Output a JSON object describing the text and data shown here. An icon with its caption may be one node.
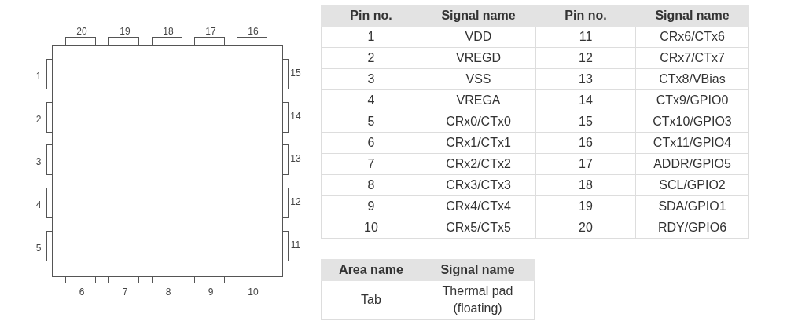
{
  "diagram": {
    "labels": [
      "20",
      "19",
      "18",
      "17",
      "16",
      "1",
      "15",
      "2",
      "14",
      "3",
      "13",
      "4",
      "12",
      "5",
      "11",
      "6",
      "7",
      "8",
      "9",
      "10",
      "Pin no.",
      "Signal name",
      "Pin no.",
      "Signal name",
      "1",
      "VDD",
      "11",
      "CRx6/CTx6",
      "2",
      "VREGD",
      "12",
      "CRx7/CTx7",
      "3",
      "VSS",
      "13",
      "CTx8/VBias",
      "4",
      "VREGA",
      "14",
      "CTx9/GPIO0",
      "5",
      "CRx0/CTx0",
      "15",
      "CTx10/GPIO3",
      "6",
      "CRx1/CTx1",
      "16",
      "CTx11/GPIO4",
      "7",
      "CRx2/CTx2",
      "17",
      "ADDR/GPIO5",
      "8",
      "CRx3/CTx3",
      "18",
      "SCL/GPIO2",
      "9",
      "CRx4/CTx4",
      "19",
      "SDA/GPIO1",
      "10",
      "CRx5/CTx5",
      "20",
      "RDY/GPIO6",
      "Area name",
      "Signal name",
      "Tab",
      "Thermal pad (floating)"
    ]
  }
}
